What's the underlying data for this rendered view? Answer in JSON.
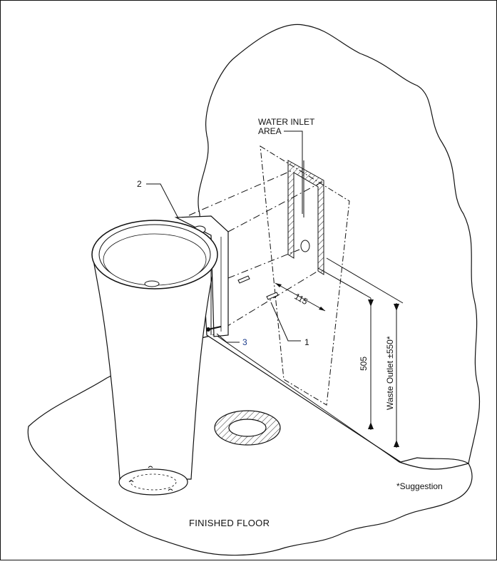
{
  "labels": {
    "water_inlet_line1": "WATER INLET",
    "water_inlet_line2": "AREA",
    "callout_1": "1",
    "callout_2": "2",
    "callout_3": "3",
    "dim_115": "115",
    "dim_505": "505",
    "dim_waste": "Waste Outlet ±550*",
    "suggestion": "*Suggestion",
    "finished_floor": "FINISHED FLOOR"
  },
  "colors": {
    "line": "#111111",
    "callout_3": "#1a3a8a",
    "background": "#ffffff"
  }
}
